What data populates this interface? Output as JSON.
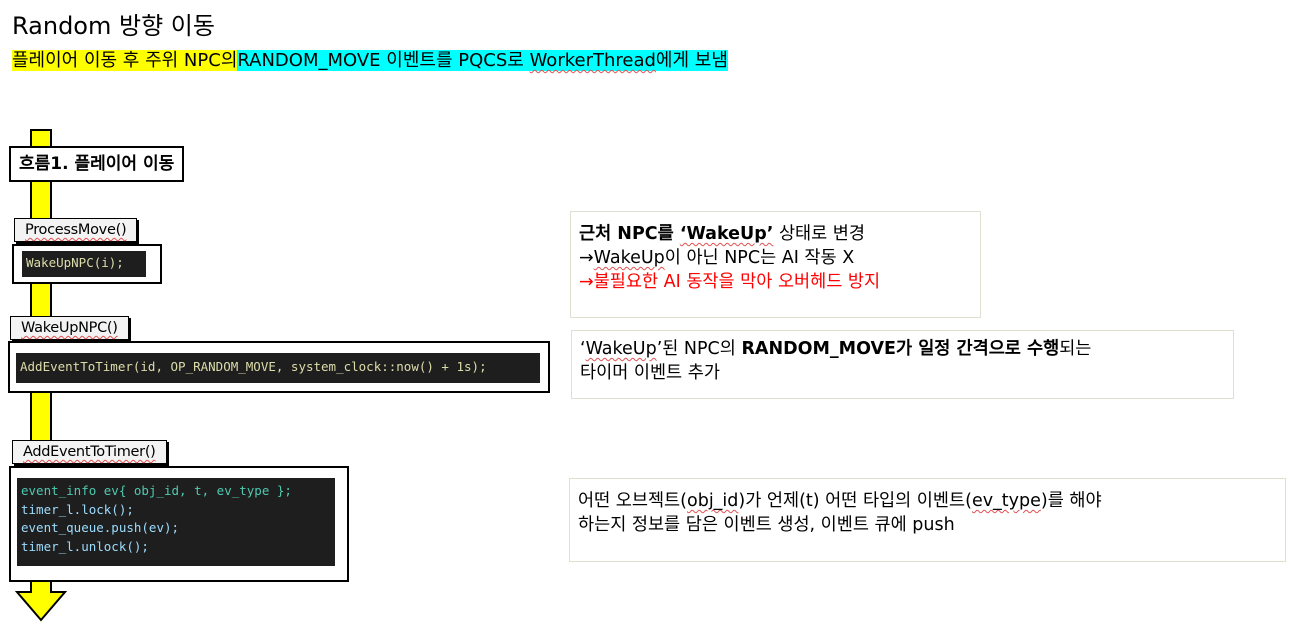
{
  "title": "Random 방향 이동",
  "subtitle": {
    "part1": "플레이어 이동 후 주위 NPC의",
    "part2": "RANDOM_MOVE 이벤트를 PQCS로",
    "part3": "WorkerThread",
    "part4": "에게 보냄"
  },
  "flow": {
    "label": "흐름1. 플레이어 이동",
    "steps": [
      {
        "fn_label": "ProcessMove()",
        "code": [
          "WakeUpNPC(i);"
        ]
      },
      {
        "fn_label": "WakeUpNPC()",
        "code": [
          "AddEventToTimer(id, OP_RANDOM_MOVE, system_clock::now() + 1s);"
        ]
      },
      {
        "fn_label": "AddEventToTimer()",
        "code": [
          "event_info ev{ obj_id, t, ev_type };",
          "timer_l.lock();",
          "event_queue.push(ev);",
          "timer_l.unlock();"
        ]
      }
    ]
  },
  "notes": [
    {
      "line1_a": "근처 NPC를 ",
      "line1_b": "‘WakeUp’",
      "line1_c": " 상태로 변경",
      "line2_a": "→",
      "line2_b": "WakeUp",
      "line2_c": "이 아닌 NPC는 AI 작동 X",
      "line3": "→불필요한 AI 동작을 막아 오버헤드 방지"
    },
    {
      "line1_a": "‘",
      "line1_b": "WakeUp",
      "line1_c": "’된 NPC의 ",
      "line1_d": "RANDOM_MOVE가 일정 간격으로 수행",
      "line1_e": "되는",
      "line2": "타이머 이벤트 추가"
    },
    {
      "line1_a": "어떤 오브젝트(",
      "line1_b": "obj_id",
      "line1_c": ")가 언제(t) 어떤 타입의 이벤트(",
      "line1_d": "ev_type",
      "line1_e": ")를 해야",
      "line2": "하는지 정보를 담은 이벤트 생성, 이벤트 큐에 push"
    }
  ],
  "colors": {
    "highlight_yellow": "#ffff00",
    "highlight_cyan": "#00ffff",
    "arrow_fill": "#ffff00",
    "warning_red": "#ff0000"
  }
}
